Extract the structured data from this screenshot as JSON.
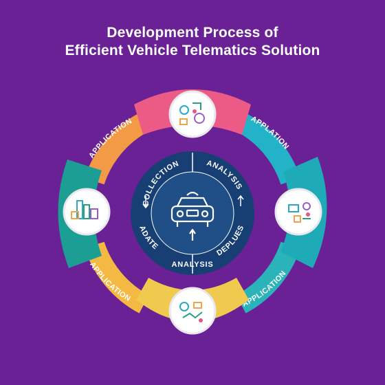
{
  "title": {
    "line1": "Development Process of",
    "line2": "Efficient Vehicle Telematics Solution"
  },
  "outer_ring": {
    "connector_labels": {
      "top_left": "APPLICATION",
      "top_right": "APPLATION",
      "bottom_left": "APPLICATION",
      "bottom_right": "APPLICATION"
    },
    "segments": [
      {
        "id": "top",
        "color": "#ec5b86",
        "icon": "teamwork-gears-icon"
      },
      {
        "id": "right",
        "color": "#1faab8",
        "icon": "devices-network-icon"
      },
      {
        "id": "bottom",
        "color": "#f0c94f",
        "icon": "analytics-tools-icon"
      },
      {
        "id": "left",
        "color": "#1c9e95",
        "icon": "city-buildings-icon"
      }
    ],
    "connector_colors": {
      "top_left": "#f29a45",
      "top_right": "#23b3c9",
      "bottom_left": "#f4b942",
      "bottom_right": "#2ab3b8"
    }
  },
  "inner_circle": {
    "labels": {
      "collection": "COLLECTION",
      "analysis_top": "ANALYSIS",
      "adate": "ADATE",
      "deplues": "DEPLUES",
      "analysis_bottom": "ANALYSIS"
    },
    "center_icon": "car-icon",
    "colors": {
      "outer": "#173f73",
      "inner": "#1f4f86",
      "accent": "#ffffff"
    }
  }
}
